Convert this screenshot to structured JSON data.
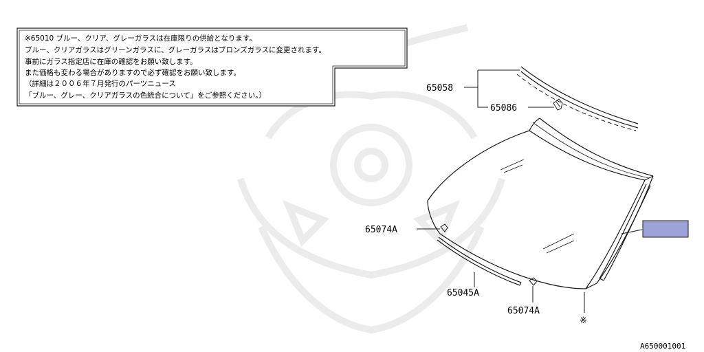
{
  "note": {
    "lines": [
      "※65010 ブルー、クリア、グレーガラスは在庫限りの供給となります。",
      "ブルー、クリアガラスはグリーンガラスに、グレーガラスはブロンズガラスに変更されます。",
      "事前にガラス指定店に在庫の確認をお願い致します。",
      "また価格も変わる場合がありますので必ず確認をお願い致します。",
      "（詳細は２００６年７月発行のパーツニュース",
      "「ブルー、グレー、クリアガラスの色統合について」をご参照ください。）"
    ]
  },
  "callouts": {
    "part_65058": "65058",
    "part_65086": "65086",
    "part_65074a_left": "65074A",
    "part_65045a": "65045A",
    "part_65074a_bottom": "65074A",
    "asterisk_mark": "※"
  },
  "diagram_ref": "A650001001",
  "colors": {
    "highlight_box": "#9da3d6",
    "line": "#1a1a1a",
    "watermark": "#ececec"
  }
}
